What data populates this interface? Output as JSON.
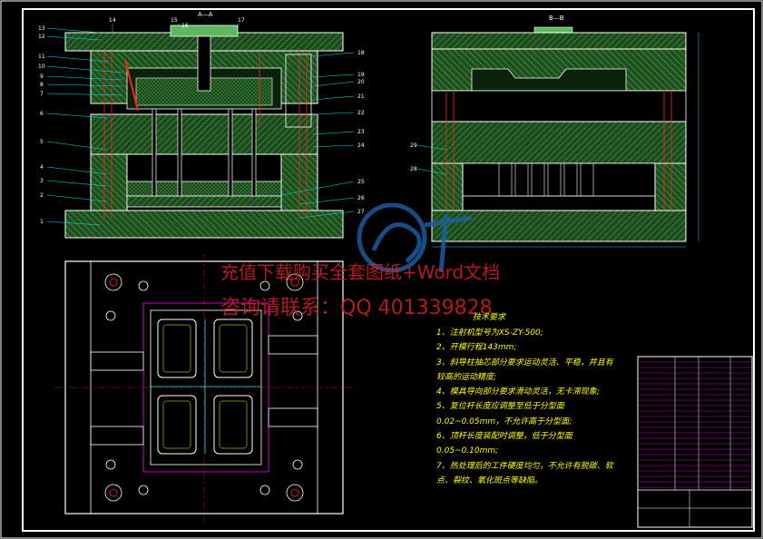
{
  "drawing": {
    "section_aa": "A—A",
    "section_bb": "B—B",
    "part_numbers": [
      "1",
      "2",
      "3",
      "4",
      "5",
      "6",
      "7",
      "8",
      "9",
      "10",
      "11",
      "12",
      "13",
      "14",
      "15",
      "16",
      "17",
      "18",
      "19",
      "20",
      "21",
      "22",
      "23",
      "24",
      "25",
      "26",
      "27",
      "28",
      "29"
    ]
  },
  "watermark": {
    "line1": "充值下载购买全套图纸+Word文档",
    "line2": "咨询请联系：QQ 401339828"
  },
  "tech_requirements": {
    "title": "技术要求",
    "lines": [
      "1、注射机型号为XS-ZY-500;",
      "2、开模行程143mm;",
      "3、斜导柱抽芯部分要求运动灵活、平稳，并且有",
      "较高的运动精度;",
      "4、模具导向部分要求滑动灵活，无卡滞现象;",
      "5、复位杆长度应调整至低于分型面",
      "0.02~0.05mm，不允许高于分型面;",
      "6、顶杆长度装配时调整，低于分型面",
      "0.05~0.10mm;",
      "7、热处理后的工件硬度均匀，不允许有脱碳、软",
      "点、裂纹、氧化斑点等缺陷。"
    ]
  },
  "colors": {
    "background": "#000000",
    "outline": "#ffffff",
    "hatch": "#3a8a3a",
    "hatch_light": "#5cb85c",
    "red_lines": "#ff2020",
    "cyan_dims": "#00e5ff",
    "yellow_text": "#ffff00",
    "magenta": "#ff00ff",
    "watermark_red": "#d42020",
    "logo_blue": "#1e5fa8"
  }
}
